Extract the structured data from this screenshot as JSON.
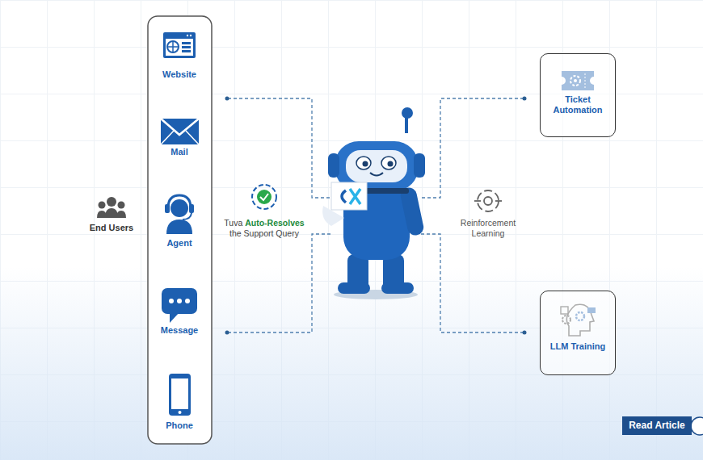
{
  "diagram": {
    "nodes": [
      {
        "text": [
          "Ticket Automation"
        ]
      },
      {
        "text": [
          "LLM Training"
        ]
      },
      {
        "text": [
          "Read Article"
        ]
      }
    ],
    "labels": [
      "End Users",
      "Website",
      "Mail",
      "Agent",
      "Message",
      "Phone",
      "Tuva",
      "Auto-Resolves",
      "the Support Query",
      "Reinforcement Learning"
    ]
  }
}
